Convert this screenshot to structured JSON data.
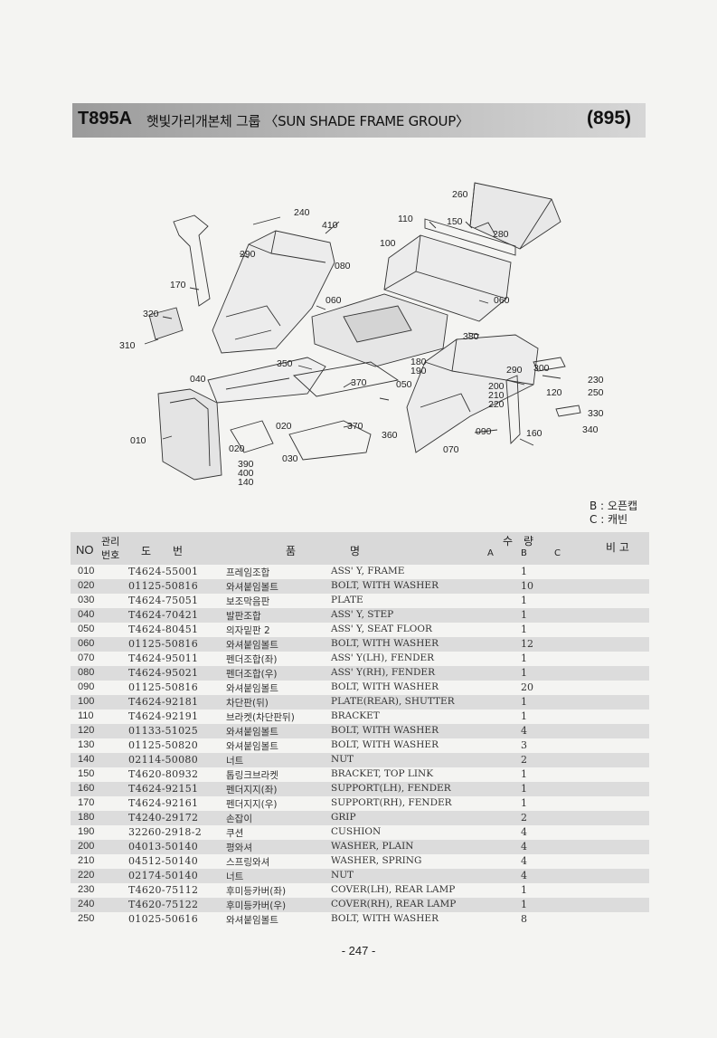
{
  "header": {
    "code": "T895A",
    "title": "햇빛가리개본체 그룹 〈SUN SHADE FRAME GROUP〉",
    "group_no": "(895)"
  },
  "diagram": {
    "callouts": [
      "260",
      "240",
      "410",
      "110",
      "150",
      "280",
      "100",
      "290",
      "080",
      "170",
      "060",
      "060",
      "320",
      "380",
      "310",
      "350",
      "180",
      "190",
      "290",
      "300",
      "230",
      "250",
      "040",
      "370",
      "050",
      "200",
      "210",
      "220",
      "120",
      "330",
      "340",
      "020",
      "370",
      "360",
      "090",
      "160",
      "010",
      "020",
      "030",
      "070",
      "390",
      "400",
      "140"
    ]
  },
  "legend": [
    "B : 오픈캡",
    "C : 캐빈"
  ],
  "table": {
    "headers": {
      "no": "NO",
      "mgmt_top": "관리",
      "mgmt_bottom": "번호",
      "part_no": "도　　번",
      "name": "품　　　　　명",
      "qty": "수　량",
      "a": "A",
      "b": "B",
      "c": "C",
      "remarks": "비 고"
    },
    "rows": [
      {
        "no": "010",
        "part": "T4624-55001",
        "kor": "프레임조합",
        "eng": "ASS' Y, FRAME",
        "qty": "1"
      },
      {
        "no": "020",
        "part": "01125-50816",
        "kor": "와셔붙임볼트",
        "eng": "BOLT, WITH WASHER",
        "qty": "10"
      },
      {
        "no": "030",
        "part": "T4624-75051",
        "kor": "보조막음판",
        "eng": "PLATE",
        "qty": "1"
      },
      {
        "no": "040",
        "part": "T4624-70421",
        "kor": "발판조합",
        "eng": "ASS' Y, STEP",
        "qty": "1"
      },
      {
        "no": "050",
        "part": "T4624-80451",
        "kor": "의자밑판 2",
        "eng": "ASS' Y, SEAT FLOOR",
        "qty": "1"
      },
      {
        "no": "060",
        "part": "01125-50816",
        "kor": "와셔붙임볼트",
        "eng": "BOLT, WITH WASHER",
        "qty": "12"
      },
      {
        "no": "070",
        "part": "T4624-95011",
        "kor": "펜더조합(좌)",
        "eng": "ASS' Y(LH), FENDER",
        "qty": "1"
      },
      {
        "no": "080",
        "part": "T4624-95021",
        "kor": "펜더조합(우)",
        "eng": "ASS' Y(RH), FENDER",
        "qty": "1"
      },
      {
        "no": "090",
        "part": "01125-50816",
        "kor": "와셔붙임볼트",
        "eng": "BOLT, WITH WASHER",
        "qty": "20"
      },
      {
        "no": "100",
        "part": "T4624-92181",
        "kor": "차단판(뒤)",
        "eng": "PLATE(REAR), SHUTTER",
        "qty": "1"
      },
      {
        "no": "110",
        "part": "T4624-92191",
        "kor": "브라켓(차단판뒤)",
        "eng": "BRACKET",
        "qty": "1"
      },
      {
        "no": "120",
        "part": "01133-51025",
        "kor": "와셔붙임볼트",
        "eng": "BOLT, WITH WASHER",
        "qty": "4"
      },
      {
        "no": "130",
        "part": "01125-50820",
        "kor": "와셔붙임볼트",
        "eng": "BOLT, WITH WASHER",
        "qty": "3"
      },
      {
        "no": "140",
        "part": "02114-50080",
        "kor": "너트",
        "eng": "NUT",
        "qty": "2"
      },
      {
        "no": "150",
        "part": "T4620-80932",
        "kor": "톱링크브라켓",
        "eng": "BRACKET, TOP LINK",
        "qty": "1"
      },
      {
        "no": "160",
        "part": "T4624-92151",
        "kor": "펜더지지(좌)",
        "eng": "SUPPORT(LH), FENDER",
        "qty": "1"
      },
      {
        "no": "170",
        "part": "T4624-92161",
        "kor": "펜더지지(우)",
        "eng": "SUPPORT(RH), FENDER",
        "qty": "1"
      },
      {
        "no": "180",
        "part": "T4240-29172",
        "kor": "손잡이",
        "eng": "GRIP",
        "qty": "2"
      },
      {
        "no": "190",
        "part": "32260-2918-2",
        "kor": "쿠션",
        "eng": "CUSHION",
        "qty": "4"
      },
      {
        "no": "200",
        "part": "04013-50140",
        "kor": "평와셔",
        "eng": "WASHER, PLAIN",
        "qty": "4"
      },
      {
        "no": "210",
        "part": "04512-50140",
        "kor": "스프링와셔",
        "eng": "WASHER, SPRING",
        "qty": "4"
      },
      {
        "no": "220",
        "part": "02174-50140",
        "kor": "너트",
        "eng": "NUT",
        "qty": "4"
      },
      {
        "no": "230",
        "part": "T4620-75112",
        "kor": "후미등카버(좌)",
        "eng": "COVER(LH), REAR LAMP",
        "qty": "1"
      },
      {
        "no": "240",
        "part": "T4620-75122",
        "kor": "후미등카버(우)",
        "eng": "COVER(RH), REAR LAMP",
        "qty": "1"
      },
      {
        "no": "250",
        "part": "01025-50616",
        "kor": "와셔붙임볼트",
        "eng": "BOLT, WITH WASHER",
        "qty": "8"
      }
    ]
  },
  "page_number": "- 247 -"
}
